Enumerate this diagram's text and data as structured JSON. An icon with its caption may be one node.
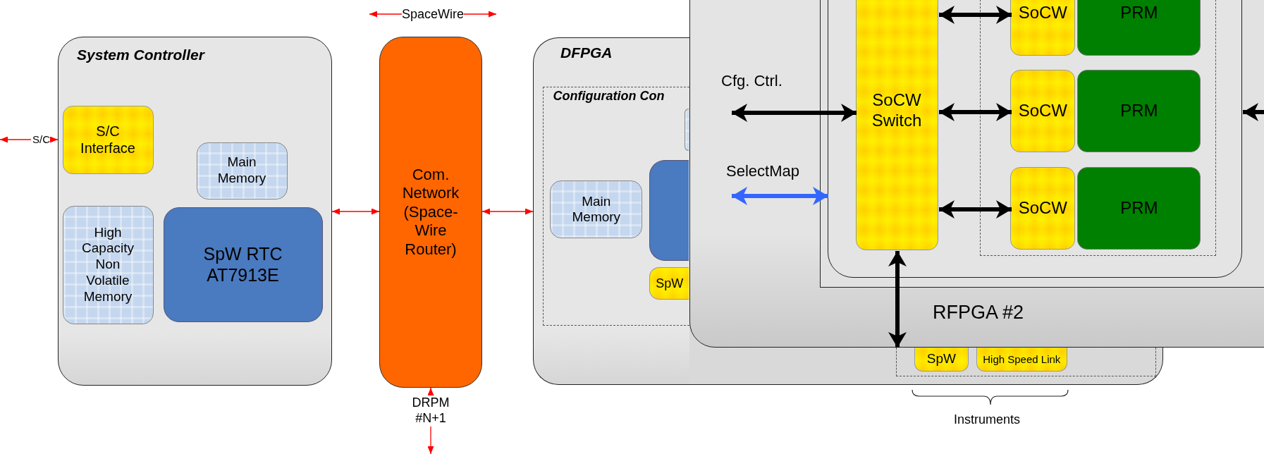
{
  "diagram": {
    "nodes": [
      {
        "text": [
          "SpaceWire"
        ]
      },
      {
        "text": [
          "S/C"
        ]
      },
      {
        "text": [
          "System Controller"
        ]
      },
      {
        "text": [
          "S/C Interface"
        ],
        "in": 2
      },
      {
        "text": [
          "Main Memory"
        ],
        "in": 2
      },
      {
        "text": [
          "High Capacity Non Volatile Memory"
        ],
        "in": 2
      },
      {
        "text": [
          "SpW RTC AT7913E"
        ],
        "in": 2
      },
      {
        "text": [
          "Com. Network (Space-Wire Router)"
        ]
      },
      {
        "text": [
          "DRPM #N+1"
        ]
      },
      {
        "text": [
          "DFPGA"
        ]
      },
      {
        "text": [
          "Configuration Con"
        ],
        "in": 9
      },
      {
        "text": [
          "Main Memory"
        ],
        "in": 10
      },
      {
        "text": [],
        "shape": "box",
        "in": 10
      },
      {
        "text": [],
        "shape": "box",
        "in": 10
      },
      {
        "text": [
          "SpW"
        ],
        "in": 10
      },
      {
        "text": [],
        "shape": "box"
      },
      {
        "text": [
          "SpW"
        ],
        "in": 15
      },
      {
        "text": [
          "High Speed Link"
        ],
        "in": 15
      },
      {
        "text": [
          "RFPGA #2"
        ]
      },
      {
        "text": [],
        "shape": "box",
        "in": 18
      },
      {
        "text": [],
        "shape": "box",
        "in": 19
      },
      {
        "text": [
          "SoCW Switch"
        ],
        "in": 20
      },
      {
        "text": [],
        "shape": "box",
        "in": 20
      },
      {
        "text": [
          "SoCW"
        ],
        "in": 22
      },
      {
        "text": [
          "PRM"
        ],
        "in": 22
      },
      {
        "text": [
          "SoCW"
        ],
        "in": 22
      },
      {
        "text": [
          "PRM"
        ],
        "in": 22
      },
      {
        "text": [
          "SoCW"
        ],
        "in": 22
      },
      {
        "text": [
          "PRM"
        ],
        "in": 22
      }
    ],
    "edges": [
      {
        "from": 0,
        "to": null,
        "arrow": "to"
      },
      {
        "from": 0,
        "to": null,
        "arrow": "to"
      },
      {
        "from": 1,
        "to": null,
        "arrow": "to"
      },
      {
        "from": 1,
        "to": 2,
        "arrow": "to"
      },
      {
        "from": 2,
        "to": 7,
        "arrow": "both"
      },
      {
        "from": 7,
        "to": 9,
        "arrow": "both"
      },
      {
        "from": 8,
        "to": 7,
        "arrow": "to"
      },
      {
        "from": 8,
        "to": null,
        "arrow": "to"
      },
      {
        "from": null,
        "to": 21,
        "arrow": "both",
        "label": "Cfg. Ctrl.",
        "style": "thick",
        "color": "#000000"
      },
      {
        "from": null,
        "to": 20,
        "arrow": "both",
        "label": "SelectMap",
        "style": "thick",
        "color": "#3366ff"
      },
      {
        "from": 21,
        "to": 23,
        "arrow": "both",
        "style": "thick",
        "color": "#000000"
      },
      {
        "from": 21,
        "to": 25,
        "arrow": "both",
        "style": "thick",
        "color": "#000000"
      },
      {
        "from": 21,
        "to": 27,
        "arrow": "both",
        "style": "thick",
        "color": "#000000"
      },
      {
        "from": 21,
        "to": 15,
        "arrow": "both",
        "style": "thick",
        "color": "#000000"
      },
      {
        "from": null,
        "to": 20,
        "arrow": "to",
        "style": "thick",
        "color": "#000000"
      }
    ],
    "labels": [
      "Instruments"
    ]
  }
}
